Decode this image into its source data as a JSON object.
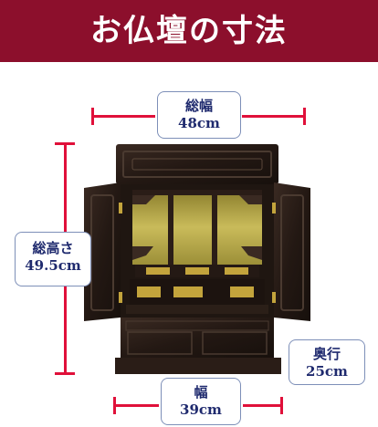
{
  "title": "お仏壇の寸法",
  "colors": {
    "banner": "#8c0f2c",
    "dimension_line": "#e0103a",
    "label_text": "#1f2a6e",
    "label_border": "#7d8fb8",
    "wood": "#2a1d17",
    "interior_gold": "#b8a84a"
  },
  "dimensions": {
    "total_width": {
      "label": "総幅",
      "value": "48cm"
    },
    "total_height": {
      "label": "総高さ",
      "value": "49.5cm"
    },
    "depth": {
      "label": "奥行",
      "value": "25cm"
    },
    "width": {
      "label": "幅",
      "value": "39cm"
    }
  },
  "image": {
    "subject": "butsudan-cabinet"
  }
}
